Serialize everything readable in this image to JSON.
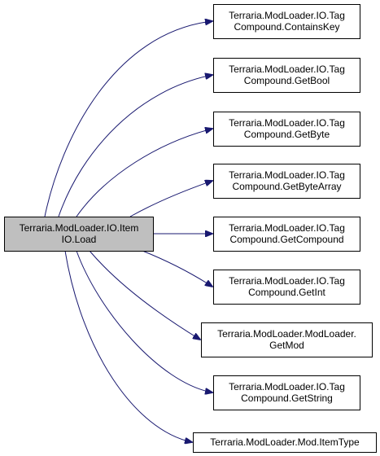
{
  "colors": {
    "background": "#ffffff",
    "node_border": "#000000",
    "node_fill": "#ffffff",
    "source_fill": "#bfbfbf",
    "edge": "#191970"
  },
  "source": {
    "lines": [
      "Terraria.ModLoader.IO.Item",
      "IO.Load"
    ]
  },
  "targets": [
    {
      "lines": [
        "Terraria.ModLoader.IO.Tag",
        "Compound.ContainsKey"
      ]
    },
    {
      "lines": [
        "Terraria.ModLoader.IO.Tag",
        "Compound.GetBool"
      ]
    },
    {
      "lines": [
        "Terraria.ModLoader.IO.Tag",
        "Compound.GetByte"
      ]
    },
    {
      "lines": [
        "Terraria.ModLoader.IO.Tag",
        "Compound.GetByteArray"
      ]
    },
    {
      "lines": [
        "Terraria.ModLoader.IO.Tag",
        "Compound.GetCompound"
      ]
    },
    {
      "lines": [
        "Terraria.ModLoader.IO.Tag",
        "Compound.GetInt"
      ]
    },
    {
      "lines": [
        "Terraria.ModLoader.ModLoader.",
        "GetMod"
      ]
    },
    {
      "lines": [
        "Terraria.ModLoader.IO.Tag",
        "Compound.GetString"
      ]
    },
    {
      "lines": [
        "Terraria.ModLoader.Mod.ItemType"
      ]
    }
  ]
}
